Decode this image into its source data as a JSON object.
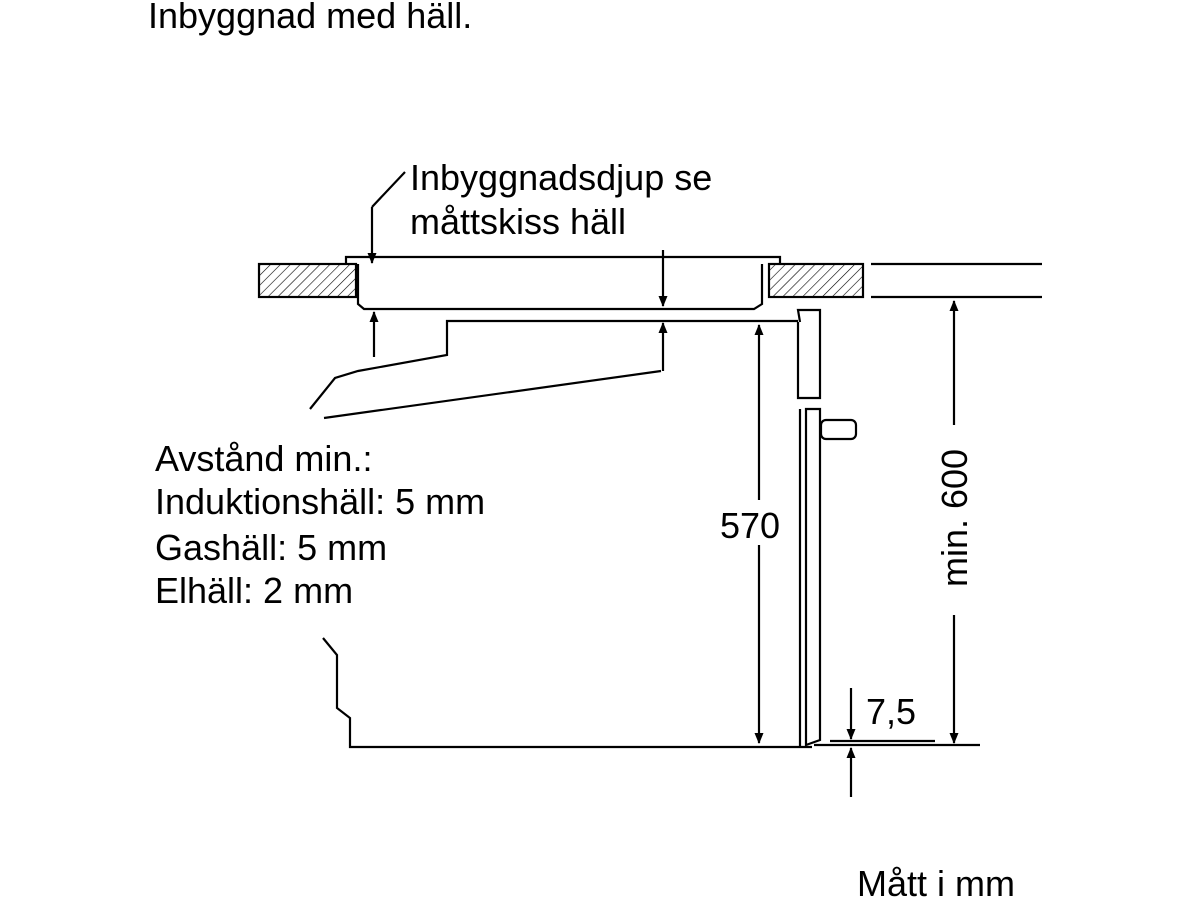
{
  "title": "Inbyggnad med häll.",
  "depth_note": [
    "Inbyggnadsdjup se",
    "måttskiss häll"
  ],
  "distance_note": [
    "Avstånd min.:",
    "Induktionshäll: 5 mm",
    "Gashäll: 5 mm",
    "Elhäll: 2 mm"
  ],
  "dimensions": {
    "height": "570",
    "niche_min": "min. 600",
    "offset": "7,5"
  },
  "units_note": "Mått i mm"
}
